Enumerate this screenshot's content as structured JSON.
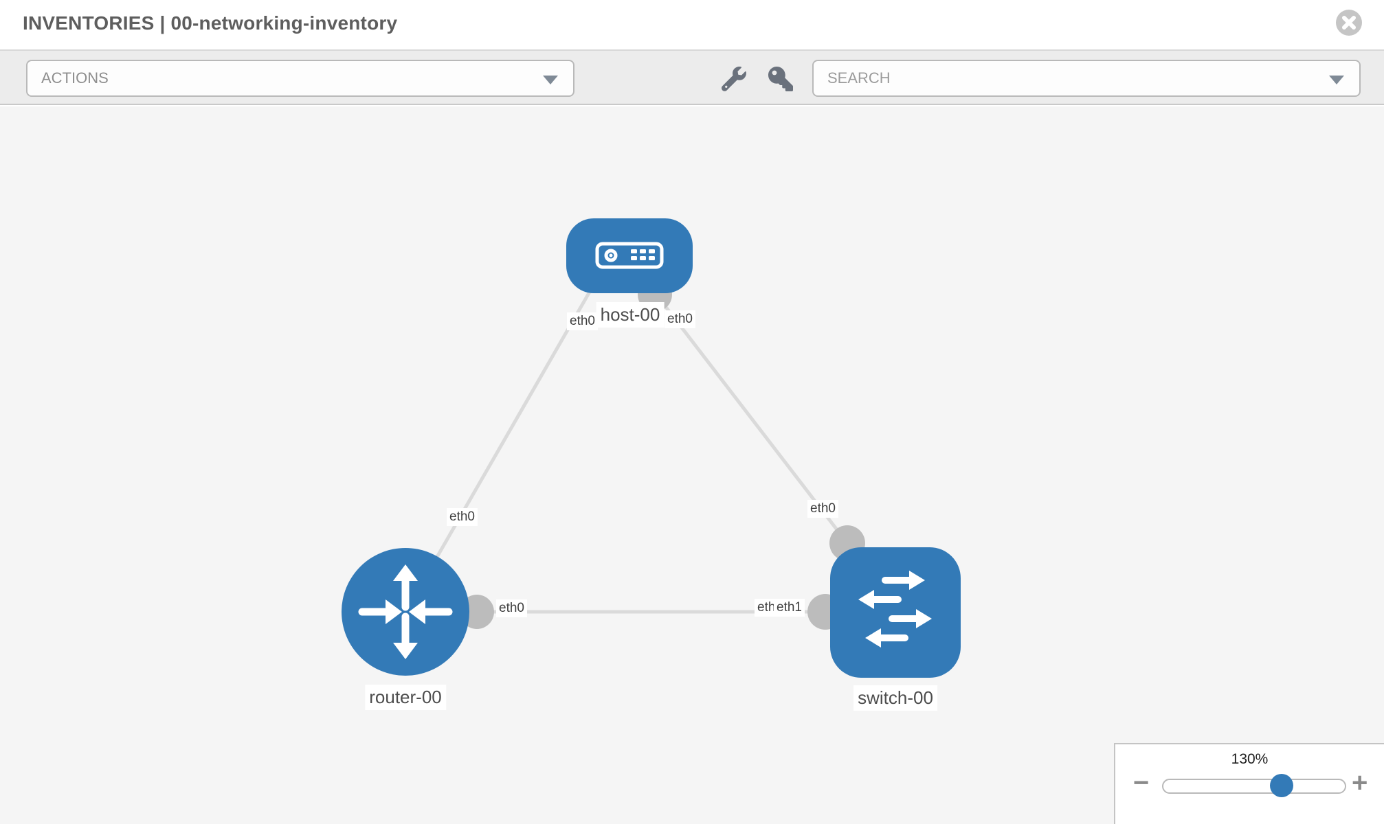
{
  "header": {
    "title": "INVENTORIES | 00-networking-inventory"
  },
  "toolbar": {
    "actions_label": "ACTIONS",
    "search_placeholder": "SEARCH",
    "icons": [
      "wrench-icon",
      "key-icon"
    ]
  },
  "colors": {
    "node_blue": "#337ab7",
    "link_gray": "#dadada",
    "port_gray": "#bcbcbc",
    "canvas_bg": "#f5f5f5",
    "toolbar_bg": "#ececec"
  },
  "topology": {
    "nodes": [
      {
        "id": "host-00",
        "type": "host",
        "label": "host-00"
      },
      {
        "id": "router-00",
        "type": "router",
        "label": "router-00"
      },
      {
        "id": "switch-00",
        "type": "switch",
        "label": "switch-00"
      }
    ],
    "links": [
      {
        "from": "host-00",
        "from_interface": "eth0",
        "to": "router-00",
        "to_interface": "eth0"
      },
      {
        "from": "host-00",
        "from_interface": "eth0",
        "to": "switch-00",
        "to_interface": "eth0"
      },
      {
        "from": "router-00",
        "from_interface": "eth0",
        "to": "switch-00",
        "to_interface": "eth1"
      }
    ],
    "interface_labels": [
      {
        "text": "eth0"
      },
      {
        "text": "eth0"
      },
      {
        "text": "eth0"
      },
      {
        "text": "eth0"
      },
      {
        "text": "eth0"
      },
      {
        "text": "eth0"
      },
      {
        "text": "eth1"
      }
    ]
  },
  "zoom_control": {
    "value": "130%",
    "zoom_out": "−",
    "zoom_in": "+"
  }
}
